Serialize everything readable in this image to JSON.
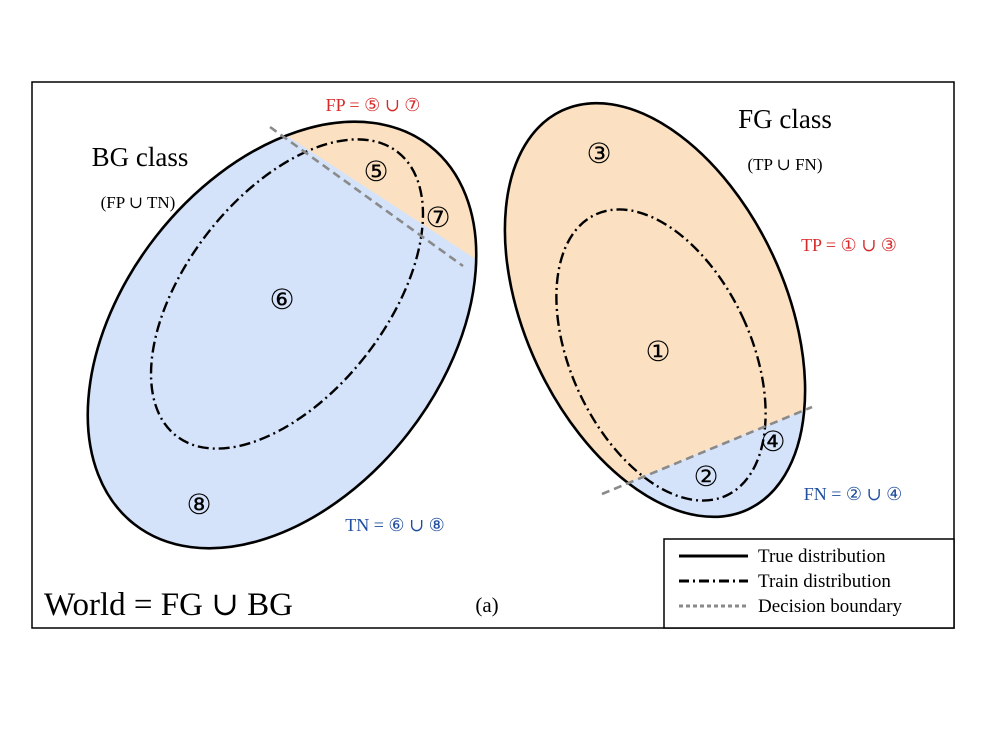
{
  "colors": {
    "fg_fill": "#fbe1c2",
    "bg_fill": "#d4e3fa",
    "red_text": "#d62a2a",
    "blue_text": "#1f4e9e",
    "boundary": "#8a8a8a",
    "black": "#000000"
  },
  "bg_class": {
    "title": "BG class",
    "subtitle": "(FP ∪ TN)"
  },
  "fg_class": {
    "title": "FG class",
    "subtitle": "(TP ∪ FN)"
  },
  "equations": {
    "fp": "FP = ⑤ ∪ ⑦",
    "tn": "TN = ⑥ ∪ ⑧",
    "tp": "TP = ① ∪ ③",
    "fn": "FN = ② ∪ ④"
  },
  "regions": {
    "r1": "①",
    "r2": "②",
    "r3": "③",
    "r4": "④",
    "r5": "⑤",
    "r6": "⑥",
    "r7": "⑦",
    "r8": "⑧"
  },
  "world_label": "World = FG ∪ BG",
  "panel_label": "(a)",
  "legend": {
    "true_dist": "True distribution",
    "train_dist": "Train distribution",
    "decision_boundary": "Decision boundary"
  }
}
